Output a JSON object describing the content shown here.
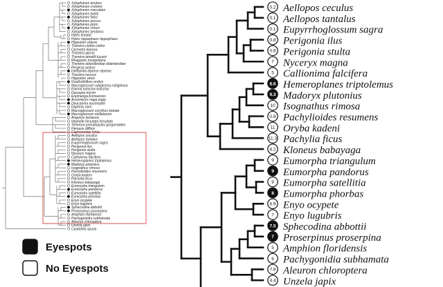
{
  "overview": {
    "taxa": [
      "Xylophanes anubus",
      "Xylophanes crotonis",
      "Xylophanes maculator",
      "Xylophanes loelia",
      "Xylophanes falco",
      "Xylophanes porcus",
      "Xylophanes pluto",
      "Xylophanes chiron",
      "Xylophanes tyndarus",
      "Hyles lineata",
      "Hyles hippophaes hippophaes",
      "Hippotion celerio",
      "Theretra clotho clotho",
      "Cechetra lineosa",
      "Theretra alecto",
      "Theretra latreillii lucasii",
      "Rhagastis mongoliana",
      "Theretra oldenlandiae oldenlandiae",
      "Pergesa acteus",
      "Deilephila elpenor elpenor",
      "Theretra nessus",
      "Hippotion velox",
      "Gnathothlibus erotus",
      "Macroglossum rubiginosa rubiginosa",
      "Elarina kotschyi kotschyi",
      "Daraspia myron",
      "Enpinanga borneensis",
      "Acosmeryx naga naga",
      "Deucaema eucemptet",
      "Daphnis nerii",
      "Macroglossum corythus luteata",
      "Macroglossum stellatarum",
      "Angonyx testacea",
      "Nephele hirsutata hirsutata",
      "Temnora pseudopylas gorgonaideo",
      "Hemaris diffinis",
      "Cephonodes hylas",
      "Aellopos ceculus",
      "Aellopos tantalus",
      "Eupyrrhoglossum sagra",
      "Perigonia ilus",
      "Perigonia stulta",
      "Nyceryx magna",
      "Callionima falcifera",
      "Hemeroplanes triptolemus",
      "Madoryx plutonius",
      "Isognathus rimosa",
      "Pachylioides resumens",
      "Oryba kadeni",
      "Pachylia ficus",
      "Kloneus babayaga",
      "Eumorpha triangulum",
      "Eumorpha pandorus",
      "Eumorpha satellitia",
      "Eumorpha phorbas",
      "Enyo ocypete",
      "Enyo lugubris",
      "Sphecodina abbottii",
      "Proserpinus proserpina",
      "Amphion floridensis",
      "Pachygonidia subhamata",
      "Aleuron chloroptera",
      "Unzela japix",
      "Cautethia spuria"
    ],
    "eyespot_marks": [
      0,
      0,
      1,
      0,
      1,
      0,
      0,
      1,
      0,
      0,
      0,
      1,
      0,
      0,
      0,
      0,
      0,
      0,
      0,
      1,
      0,
      0,
      1,
      0,
      0,
      0,
      0,
      1,
      1,
      0,
      0,
      1,
      0,
      0,
      0,
      0,
      0,
      0,
      0,
      0,
      0,
      0,
      0,
      0,
      1,
      1,
      0,
      0,
      0,
      0,
      0,
      0,
      1,
      0,
      1,
      0,
      0,
      1,
      1,
      0,
      0,
      0,
      0,
      0
    ]
  },
  "legend": {
    "eyespots": "Eyespots",
    "no_eyespots": "No Eyespots"
  },
  "detail": {
    "taxa": [
      {
        "name": "Aellopos ceculus",
        "score": "0.2",
        "eyespot": false
      },
      {
        "name": "Aellopos tantalus",
        "score": "0.1",
        "eyespot": false
      },
      {
        "name": "Eupyrrhoglossum sagra",
        "score": "0.1",
        "eyespot": false
      },
      {
        "name": "Perigonia ilus",
        "score": "0.8",
        "eyespot": false
      },
      {
        "name": "Perigonia stulta",
        "score": "0.8",
        "eyespot": false
      },
      {
        "name": "Nyceryx magna",
        "score": "7",
        "eyespot": false
      },
      {
        "name": "Callionima falcifera",
        "score": "5",
        "eyespot": false
      },
      {
        "name": "Hemeroplanes triptolemus",
        "score": "8.6",
        "eyespot": true
      },
      {
        "name": "Madoryx plutonius",
        "score": "9.3",
        "eyespot": true
      },
      {
        "name": "Isognathus rimosa",
        "score": "10",
        "eyespot": false
      },
      {
        "name": "Pachylioides resumens",
        "score": "0.8",
        "eyespot": false
      },
      {
        "name": "Oryba kadeni",
        "score": "11",
        "eyespot": false
      },
      {
        "name": "Pachylia ficus",
        "score": "11.3",
        "eyespot": false
      },
      {
        "name": "Kloneus babayaga",
        "score": "8.2",
        "eyespot": false
      },
      {
        "name": "Eumorpha triangulum",
        "score": "9",
        "eyespot": false
      },
      {
        "name": "Eumorpha pandorus",
        "score": "9",
        "eyespot": true
      },
      {
        "name": "Eumorpha satellitia",
        "score": "9",
        "eyespot": false
      },
      {
        "name": "Eumorpha phorbas",
        "score": "8",
        "eyespot": true
      },
      {
        "name": "Enyo ocypete",
        "score": "6.9",
        "eyespot": false
      },
      {
        "name": "Enyo lugubris",
        "score": "7",
        "eyespot": false
      },
      {
        "name": "Sphecodina abbottii",
        "score": "7.5",
        "eyespot": true
      },
      {
        "name": "Proserpinus proserpina",
        "score": "7",
        "eyespot": true
      },
      {
        "name": "Amphion floridensis",
        "score": "5",
        "eyespot": false
      },
      {
        "name": "Pachygonidia subhamata",
        "score": "6",
        "eyespot": false
      },
      {
        "name": "Aleuron chloroptera",
        "score": "7.8",
        "eyespot": false
      },
      {
        "name": "Unzela japix",
        "score": "4.4",
        "eyespot": false
      }
    ]
  },
  "colors": {
    "branch": "#111111",
    "overview_branch": "#555555",
    "highlight_box": "#d9534f",
    "eyespot_fill": "#111111",
    "no_eyespot_fill": "#ffffff"
  }
}
